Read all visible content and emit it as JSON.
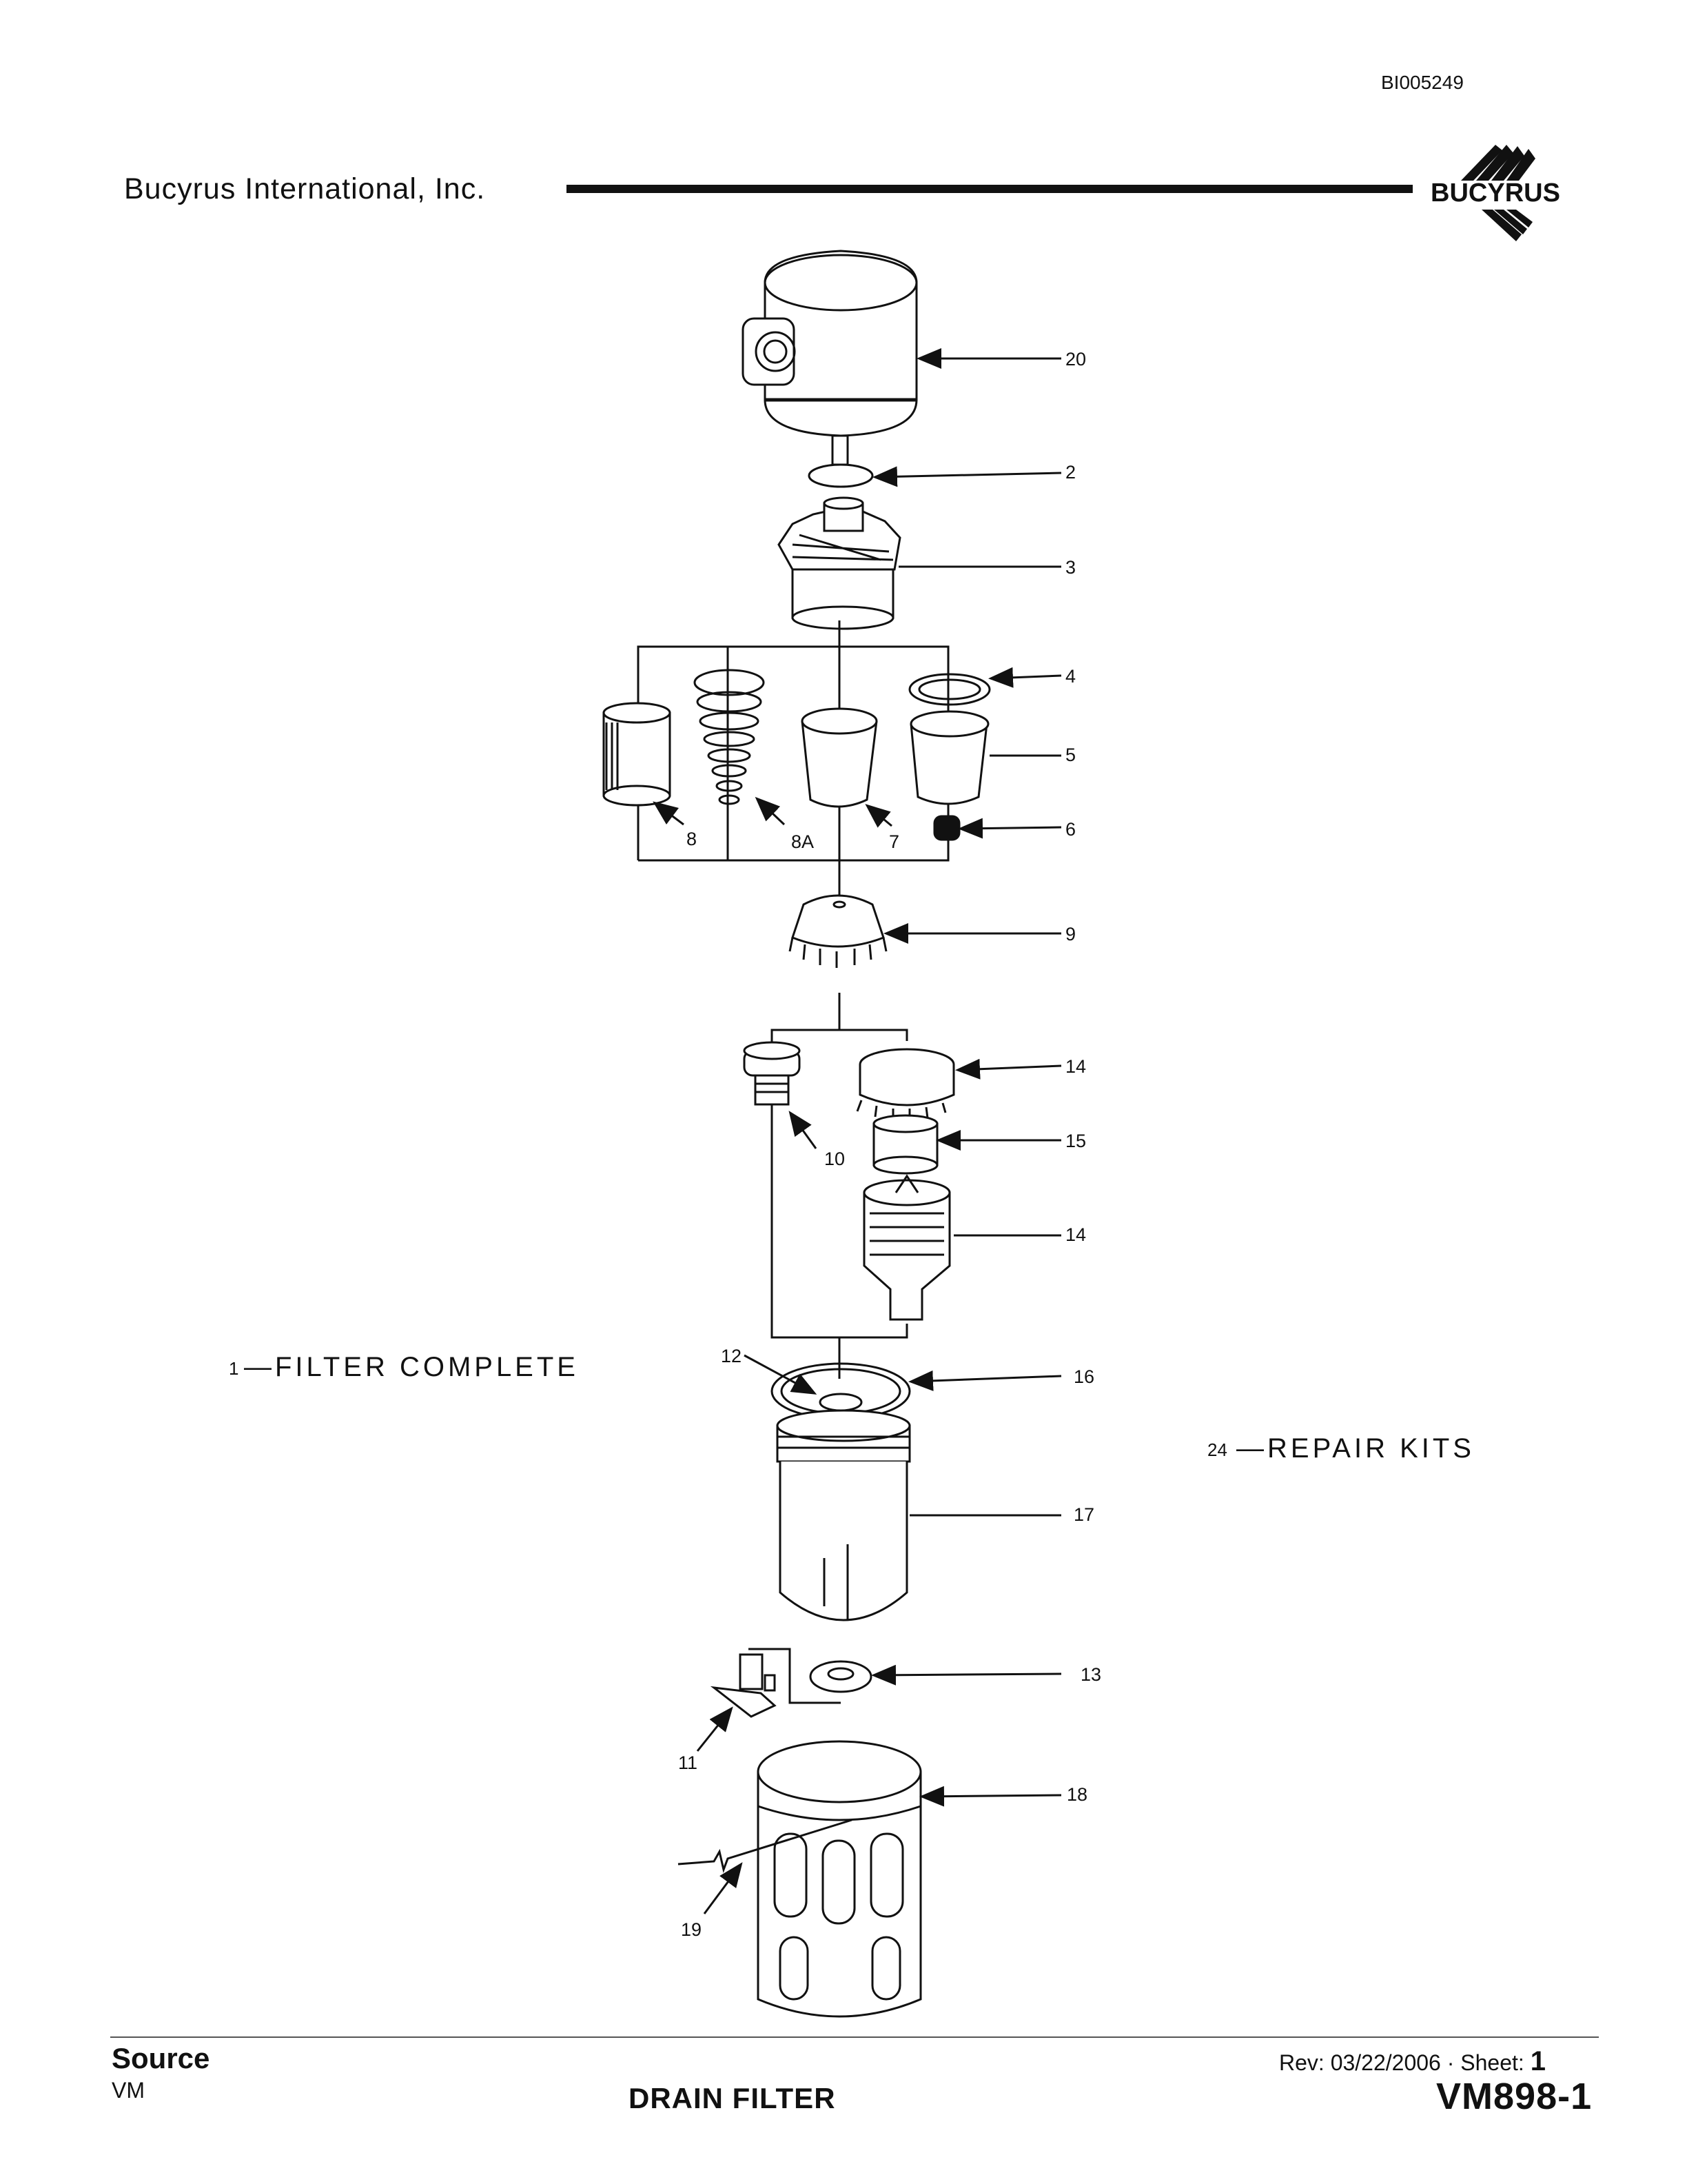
{
  "header": {
    "doc_id": "BI005249",
    "company": "Bucyrus International, Inc.",
    "logo_text": "BUCYRUS"
  },
  "diagram": {
    "callouts": [
      "20",
      "2",
      "3",
      "4",
      "5",
      "6",
      "7",
      "8",
      "8A",
      "9",
      "14",
      "15",
      "14",
      "10",
      "12",
      "16",
      "17",
      "13",
      "11",
      "18",
      "19"
    ],
    "assembly_label_qty": "1",
    "assembly_label": "—FILTER COMPLETE",
    "kit_label_qty": "24",
    "kit_label": "—REPAIR KITS"
  },
  "footer": {
    "source_label": "Source",
    "source_value": "VM",
    "title": "DRAIN FILTER",
    "rev_label": "Rev:",
    "rev_date": "03/22/2006",
    "separator": "·",
    "sheet_label": "Sheet:",
    "sheet_number": "1",
    "doc_number": "VM898-1"
  }
}
